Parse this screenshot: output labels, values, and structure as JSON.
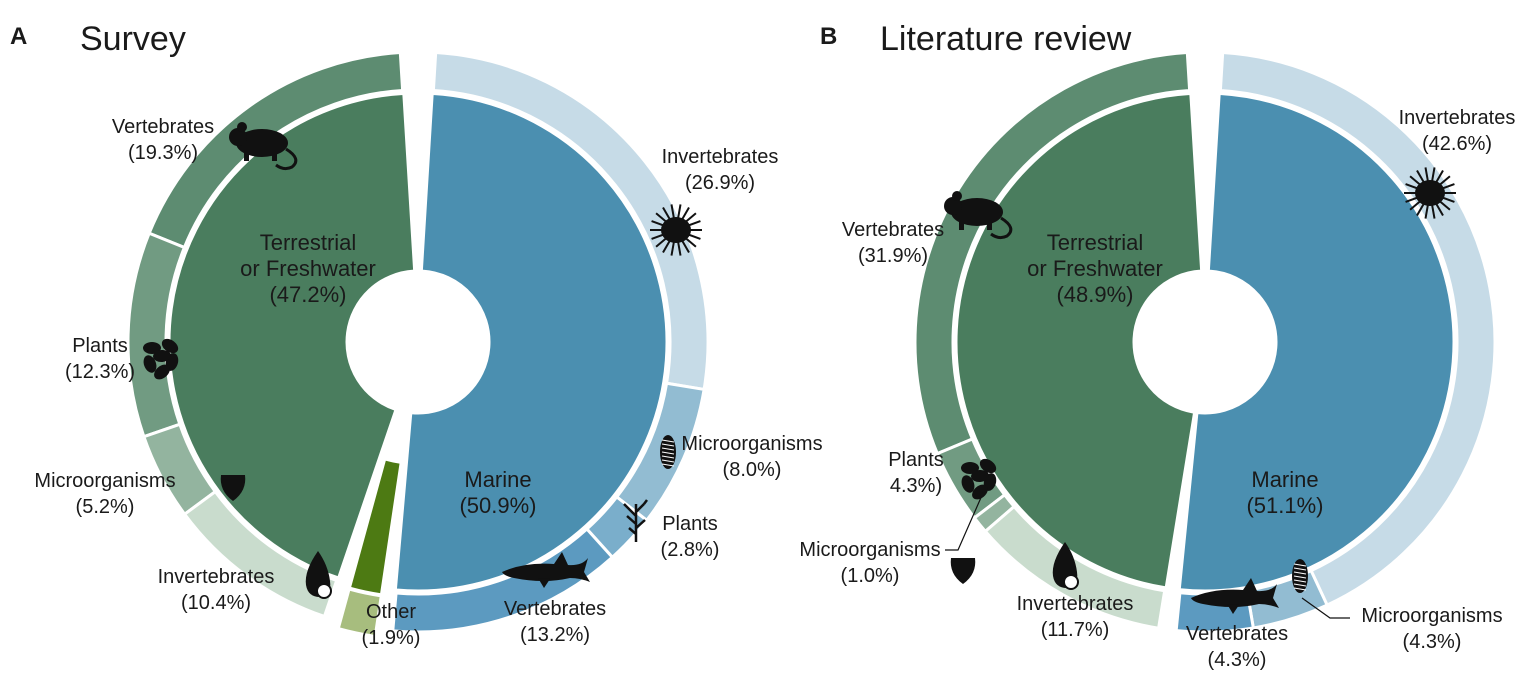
{
  "chart_data": [
    {
      "type": "pie",
      "panel": "A",
      "title": "Survey",
      "inner": [
        {
          "name": "Terrestrial",
          "name2": "or Freshwater",
          "value": 47.2,
          "label": "(47.2%)",
          "color": "#4a7d5e"
        },
        {
          "name": "Marine",
          "name2": "",
          "value": 50.9,
          "label": "(50.9%)",
          "color": "#4b8fb0"
        }
      ],
      "outer": [
        {
          "group": "terrestrial",
          "name": "Vertebrates",
          "value": 19.3,
          "label": "(19.3%)",
          "color": "#5d8c71",
          "icon": "rat-icon"
        },
        {
          "group": "terrestrial",
          "name": "Plants",
          "value": 12.3,
          "label": "(12.3%)",
          "color": "#719b82",
          "icon": "plant-icon"
        },
        {
          "group": "terrestrial",
          "name": "Microorganisms",
          "value": 5.2,
          "label": "(5.2%)",
          "color": "#93b49f",
          "icon": "shield-icon"
        },
        {
          "group": "terrestrial",
          "name": "Invertebrates",
          "value": 10.4,
          "label": "(10.4%)",
          "color": "#c9dccd",
          "icon": "snail-icon"
        },
        {
          "group": "marine",
          "name": "Invertebrates",
          "value": 26.9,
          "label": "(26.9%)",
          "color": "#c6dbe7",
          "icon": "urchin-icon"
        },
        {
          "group": "marine",
          "name": "Microorganisms",
          "value": 8.0,
          "label": "(8.0%)",
          "color": "#92bcd2",
          "icon": "diatom-icon"
        },
        {
          "group": "marine",
          "name": "Plants",
          "value": 2.8,
          "label": "(2.8%)",
          "color": "#7aaecb",
          "icon": "seaweed-icon"
        },
        {
          "group": "marine",
          "name": "Vertebrates",
          "value": 13.2,
          "label": "(13.2%)",
          "color": "#5c9ac0",
          "icon": "shark-icon"
        }
      ],
      "other": {
        "name": "Other",
        "value": 1.9,
        "label": "(1.9%)",
        "inner_color": "#4d7a13",
        "outer_color": "#a7bd7e"
      }
    },
    {
      "type": "pie",
      "panel": "B",
      "title": "Literature review",
      "inner": [
        {
          "name": "Terrestrial",
          "name2": "or Freshwater",
          "value": 48.9,
          "label": "(48.9%)",
          "color": "#4a7d5e"
        },
        {
          "name": "Marine",
          "name2": "",
          "value": 51.1,
          "label": "(51.1%)",
          "color": "#4b8fb0"
        }
      ],
      "outer": [
        {
          "group": "terrestrial",
          "name": "Vertebrates",
          "value": 31.9,
          "label": "(31.9%)",
          "color": "#5d8c71",
          "icon": "rat-icon"
        },
        {
          "group": "terrestrial",
          "name": "Plants",
          "value": 4.3,
          "label": "4.3%)",
          "color": "#719b82",
          "icon": "plant-icon"
        },
        {
          "group": "terrestrial",
          "name": "Microorganisms",
          "value": 1.0,
          "label": "(1.0%)",
          "color": "#93b49f",
          "icon": "shield-icon"
        },
        {
          "group": "terrestrial",
          "name": "Invertebrates",
          "value": 11.7,
          "label": "(11.7%)",
          "color": "#c9dccd",
          "icon": "snail-icon"
        },
        {
          "group": "marine",
          "name": "Invertebrates",
          "value": 42.6,
          "label": "(42.6%)",
          "color": "#c6dbe7",
          "icon": "urchin-icon"
        },
        {
          "group": "marine",
          "name": "Microorganisms",
          "value": 4.3,
          "label": "(4.3%)",
          "color": "#92bcd2",
          "icon": "diatom-icon"
        },
        {
          "group": "marine",
          "name": "Vertebrates",
          "value": 4.3,
          "label": "(4.3%)",
          "color": "#5c9ac0",
          "icon": "shark-icon"
        }
      ]
    }
  ]
}
